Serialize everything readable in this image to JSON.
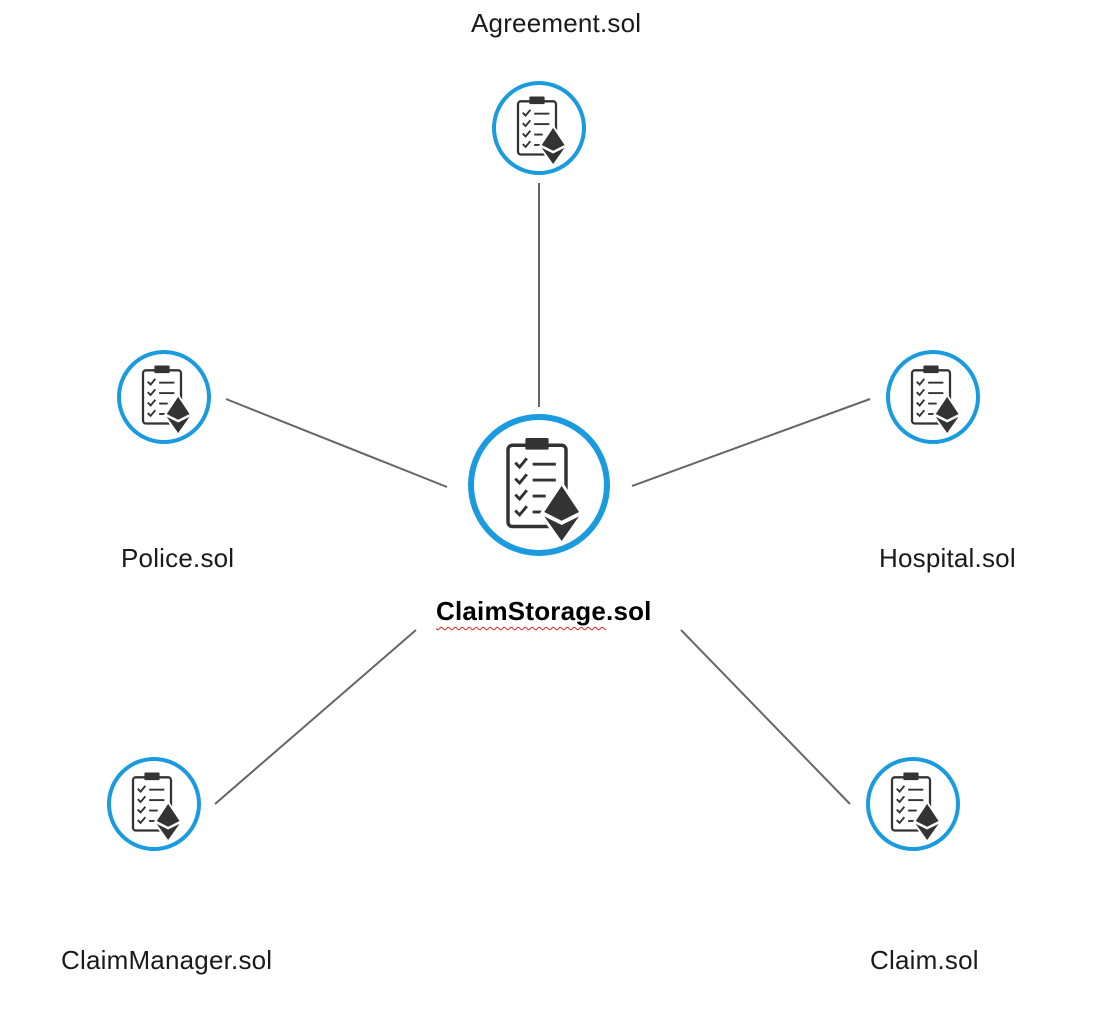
{
  "diagram": {
    "nodes": [
      {
        "id": "claimstorage",
        "label": "ClaimStorage.sol",
        "role": "center"
      },
      {
        "id": "agreement",
        "label": "Agreement.sol"
      },
      {
        "id": "police",
        "label": "Police.sol"
      },
      {
        "id": "hospital",
        "label": "Hospital.sol"
      },
      {
        "id": "claimmanager",
        "label": "ClaimManager.sol"
      },
      {
        "id": "claim",
        "label": "Claim.sol"
      }
    ],
    "edges": [
      {
        "from": "claimstorage",
        "to": "agreement"
      },
      {
        "from": "claimstorage",
        "to": "police"
      },
      {
        "from": "claimstorage",
        "to": "hospital"
      },
      {
        "from": "claimstorage",
        "to": "claimmanager"
      },
      {
        "from": "claimstorage",
        "to": "claim"
      }
    ],
    "icon": "smart-contract-clipboard-ethereum-icon",
    "colors": {
      "ring": "#1a9be0",
      "icon": "#333333",
      "edge": "#666666"
    }
  }
}
